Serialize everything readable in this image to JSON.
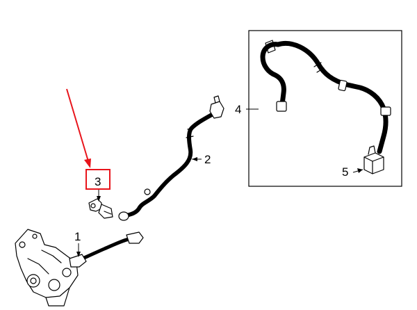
{
  "callouts": [
    {
      "id": "1",
      "text": "1"
    },
    {
      "id": "2",
      "text": "2"
    },
    {
      "id": "3",
      "text": "3"
    },
    {
      "id": "4",
      "text": "4"
    },
    {
      "id": "5",
      "text": "5"
    }
  ],
  "highlight": {
    "target": "3",
    "box_color": "#e8141b",
    "arrow_color": "#e8141b"
  }
}
